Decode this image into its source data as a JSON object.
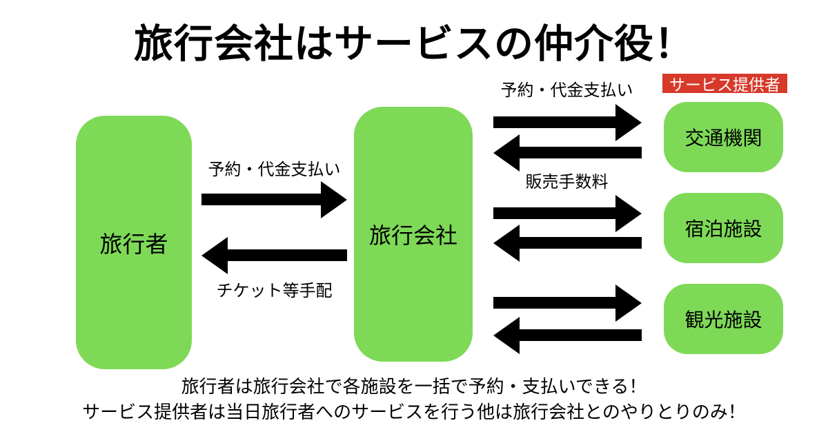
{
  "title": "旅行会社はサービスの仲介役！",
  "colors": {
    "box_green": "#7ed957",
    "provider_header_red": "#d7392a",
    "provider_header_text": "#ffffff",
    "arrow_black": "#000000",
    "background": "#ffffff"
  },
  "nodes": {
    "traveler": {
      "label": "旅行者"
    },
    "agency": {
      "label": "旅行会社"
    },
    "providers_header": "サービス提供者",
    "providers": [
      {
        "label": "交通機関"
      },
      {
        "label": "宿泊施設"
      },
      {
        "label": "観光施設"
      }
    ]
  },
  "arrow_labels": {
    "traveler_to_agency": "予約・代金支払い",
    "agency_to_traveler": "チケット等手配",
    "agency_to_provider": "予約・代金支払い",
    "provider_to_agency": "販売手数料"
  },
  "footer": {
    "line1": "旅行者は旅行会社で各施設を一括で予約・支払いできる！",
    "line2": "サービス提供者は当日旅行者へのサービスを行う他は旅行会社とのやりとりのみ！"
  }
}
